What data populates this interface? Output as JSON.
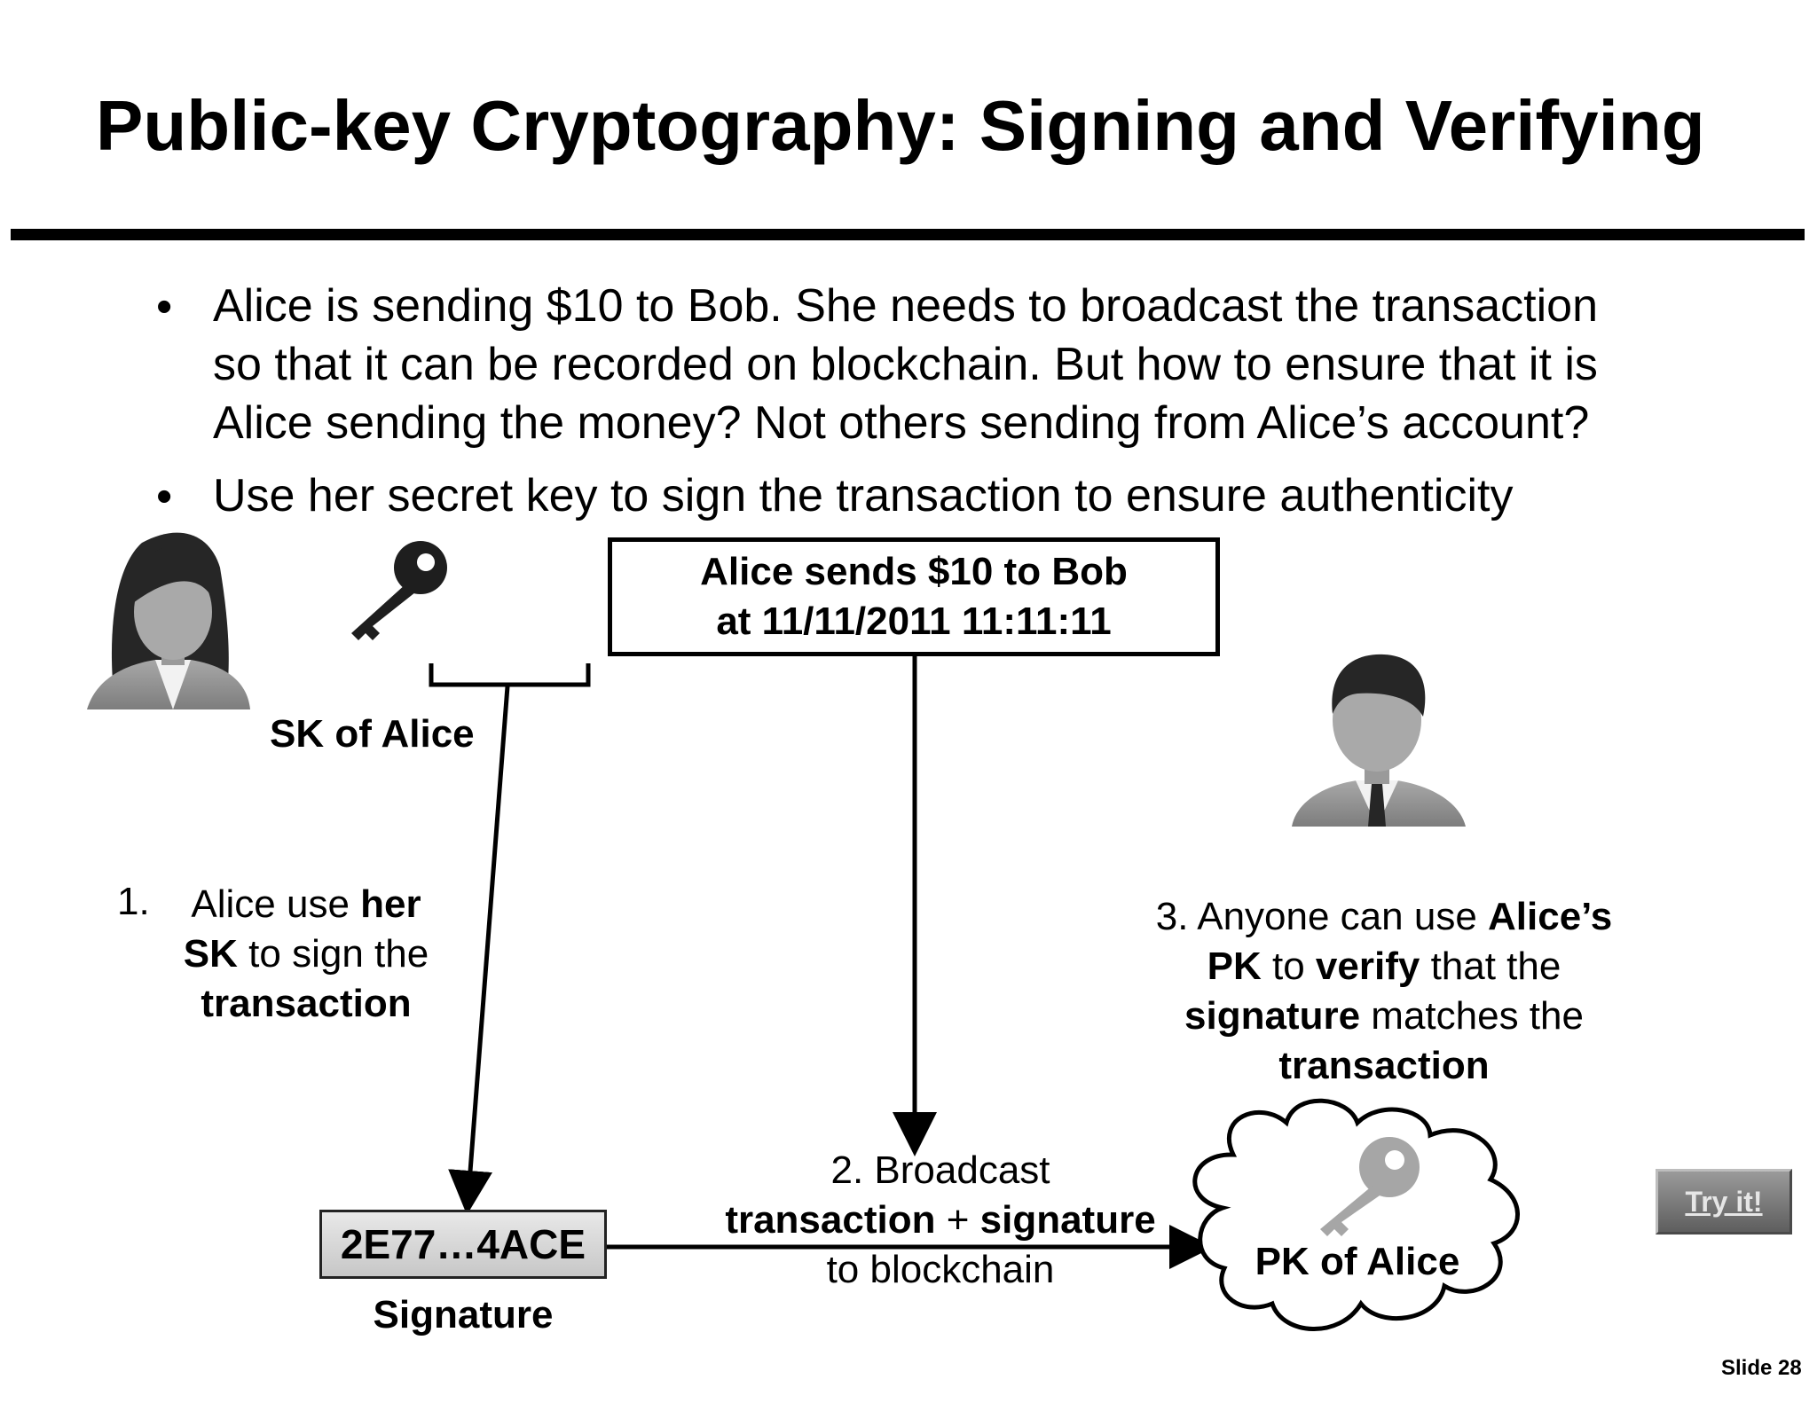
{
  "slide": {
    "title": "Public-key Cryptography: Signing and Verifying",
    "bullets": [
      {
        "marker": "•",
        "lines": [
          "Alice is sending $10 to Bob. She needs to broadcast the transaction",
          "so that it can be recorded on blockchain. But how to ensure that it is",
          "Alice sending the money? Not others sending from Alice’s account?"
        ]
      },
      {
        "marker": "•",
        "lines": [
          "Use her secret key to sign the transaction to ensure authenticity"
        ]
      }
    ],
    "slide_number": "Slide 28"
  },
  "diagram": {
    "transaction_box": {
      "line1": "Alice sends $10 to Bob",
      "line2": "at 11/11/2011 11:11:11"
    },
    "sk_label": "SK of Alice",
    "signature_value": "2E77…4ACE",
    "signature_label": "Signature",
    "pk_label": "PK of Alice",
    "step1": {
      "number": "1.",
      "parts": [
        "Alice use ",
        "her",
        "SK",
        " to sign the",
        "transaction"
      ]
    },
    "step2": {
      "line1": "2. Broadcast",
      "parts": [
        "transaction",
        " + ",
        "signature"
      ],
      "line3": "to blockchain"
    },
    "step3": {
      "parts": [
        "3. Anyone can use ",
        "Alice’s",
        "PK",
        " to ",
        "verify",
        " that the",
        "signature",
        " matches the",
        "transaction"
      ]
    },
    "try_button": "Try it!",
    "icons": [
      "alice-avatar-icon",
      "secret-key-icon",
      "bob-avatar-icon",
      "public-key-icon",
      "cloud-icon"
    ],
    "colors": {
      "icon_gray": "#9a9a9a",
      "icon_dark": "#262626",
      "signature_fill": "#d6d6d6",
      "button": "#7a7a7a"
    }
  }
}
